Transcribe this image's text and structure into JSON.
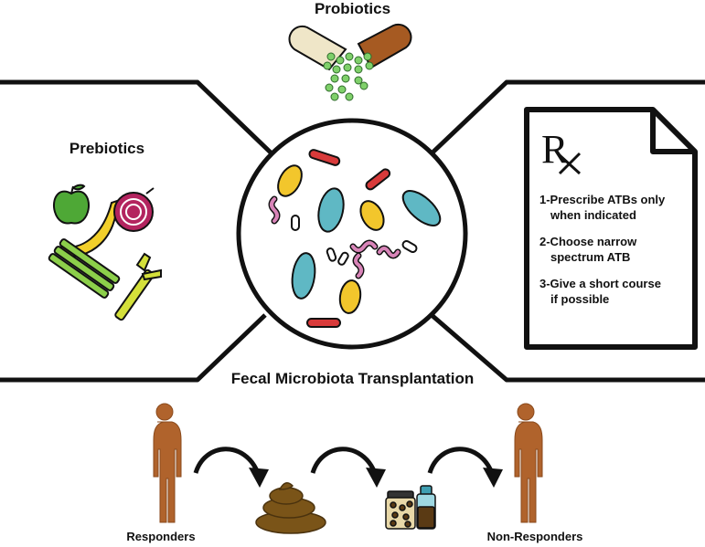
{
  "titles": {
    "probiotics": "Probiotics",
    "prebiotics": "Prebiotics",
    "fmt": "Fecal Microbiota Transplantation"
  },
  "prescription": {
    "symbol": "R",
    "items": [
      {
        "line1": "1-Prescribe ATBs only",
        "line2": "when indicated"
      },
      {
        "line1": "2-Choose narrow",
        "line2": "spectrum ATB"
      },
      {
        "line1": "3-Give a short course",
        "line2": "if possible"
      }
    ]
  },
  "labels": {
    "responders": "Responders",
    "non_responders": "Non-Responders"
  },
  "colors": {
    "line": "#111111",
    "skin": "#b0632c",
    "skin_dark": "#8a4a1c",
    "stool": "#7a5418",
    "bacteria_teal": "#5fb8c4",
    "bacteria_yellow": "#f2c62c",
    "bacteria_red": "#d83a3a",
    "bacteria_pink": "#d884b8",
    "apple": "#4ea836",
    "banana": "#f2cf2a",
    "onion": "#b3245f",
    "asparagus": "#8ccf4a",
    "leek": "#d4e03a",
    "capsule_left": "#efe6c8",
    "capsule_right": "#a65a22",
    "pellet": "#7fd06a"
  }
}
